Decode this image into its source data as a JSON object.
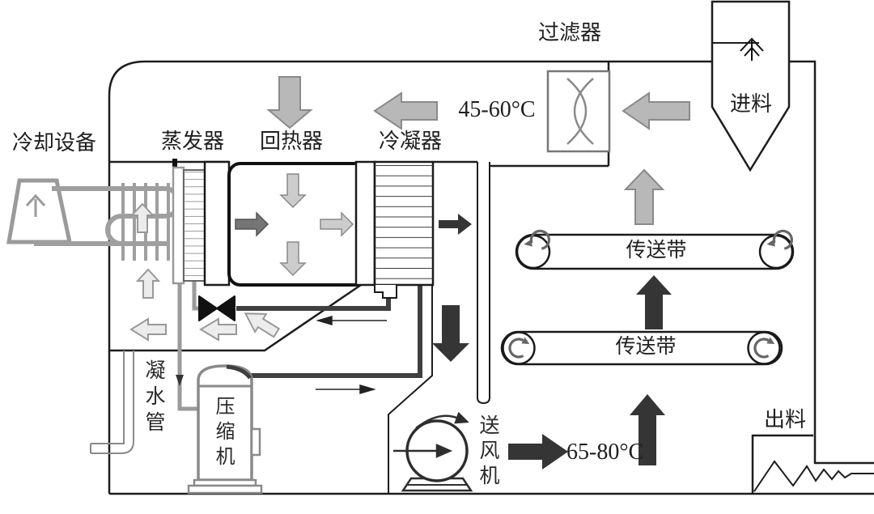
{
  "labels": {
    "cooling_device": "冷却设备",
    "evaporator": "蒸发器",
    "regenerator": "回热器",
    "condenser": "冷凝器",
    "filter": "过滤器",
    "return_air_temp": "45-60°C",
    "feed_inlet": "进料",
    "conveyor_upper": "传送带",
    "conveyor_lower": "传送带",
    "condensate_pipe": "凝水管",
    "compressor": "压缩机",
    "blower": "送风机",
    "supply_air_temp": "65-80°C",
    "discharge_outlet": "出料"
  },
  "colors": {
    "line_dark": "#1d1d1d",
    "arrow_dark": "#353535",
    "arrow_gray": "#b8b8b8",
    "arrow_hollow": "#ececec",
    "component_gray": "#9a9a9a",
    "background": "#ffffff"
  }
}
